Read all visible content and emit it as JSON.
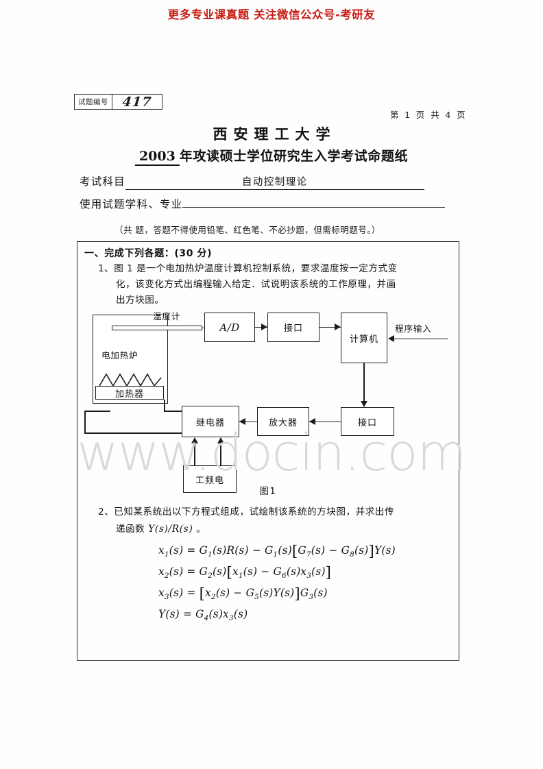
{
  "promo_banner": "更多专业课真题 关注微信公众号-考研友",
  "watermark": "www.docin.com",
  "header": {
    "exam_no_label": "试题编号",
    "exam_no_value": "417",
    "page_counter": "第 1 页  共 4 页",
    "university": "西安理工大学",
    "year": "2003",
    "paper_title_rest": "年攻读硕士学位研究生入学考试命题纸",
    "subject_label": "考试科目",
    "subject_value": "自动控制理论",
    "major_label": "使用试题学科、专业",
    "major_value": "",
    "note": "（共  题，答题不得使用铅笔、红色笔、不必抄题，但需标明题号。）"
  },
  "content": {
    "section_heading": "一、完成下列各题：(30 分)",
    "q1": {
      "line1": "1、图 1 是一个电加热炉温度计算机控制系统，要求温度按一定方式变",
      "line2": "化，该变化方式出编程输入给定．试说明该系统的工作原理，并画",
      "line3": "出方块图。"
    },
    "figure": {
      "caption": "图1",
      "blocks": {
        "furnace": "电加热炉",
        "heater": "加热器",
        "ad": "A/D",
        "interface_top": "接口",
        "computer": "计算机",
        "interface_bottom": "接口",
        "amplifier": "放大器",
        "relay": "继电器",
        "mains": "工频电"
      },
      "labels": {
        "thermometer": "温度计",
        "program_input": "程序输入"
      }
    },
    "q2": {
      "line1": "2、已知某系统出以下方程式组成，试绘制该系统的方块图，并求出传",
      "line2_pre": "递函数 ",
      "line2_math": "Y(s)/R(s)",
      "line2_post": " 。"
    },
    "equations": {
      "eq1": "x₁(s) = G₁(s)R(s) − G₁(s)[G₇(s) − G₈(s)]Y(s)",
      "eq2": "x₂(s) = G₂(s)[x₁(s) − G₆(s)x₃(s)]",
      "eq3": "x₃(s) = [x₂(s) − G₅(s)Y(s)]G₃(s)",
      "eq4": "Y(s) = G₄(s)x₃(s)"
    }
  }
}
